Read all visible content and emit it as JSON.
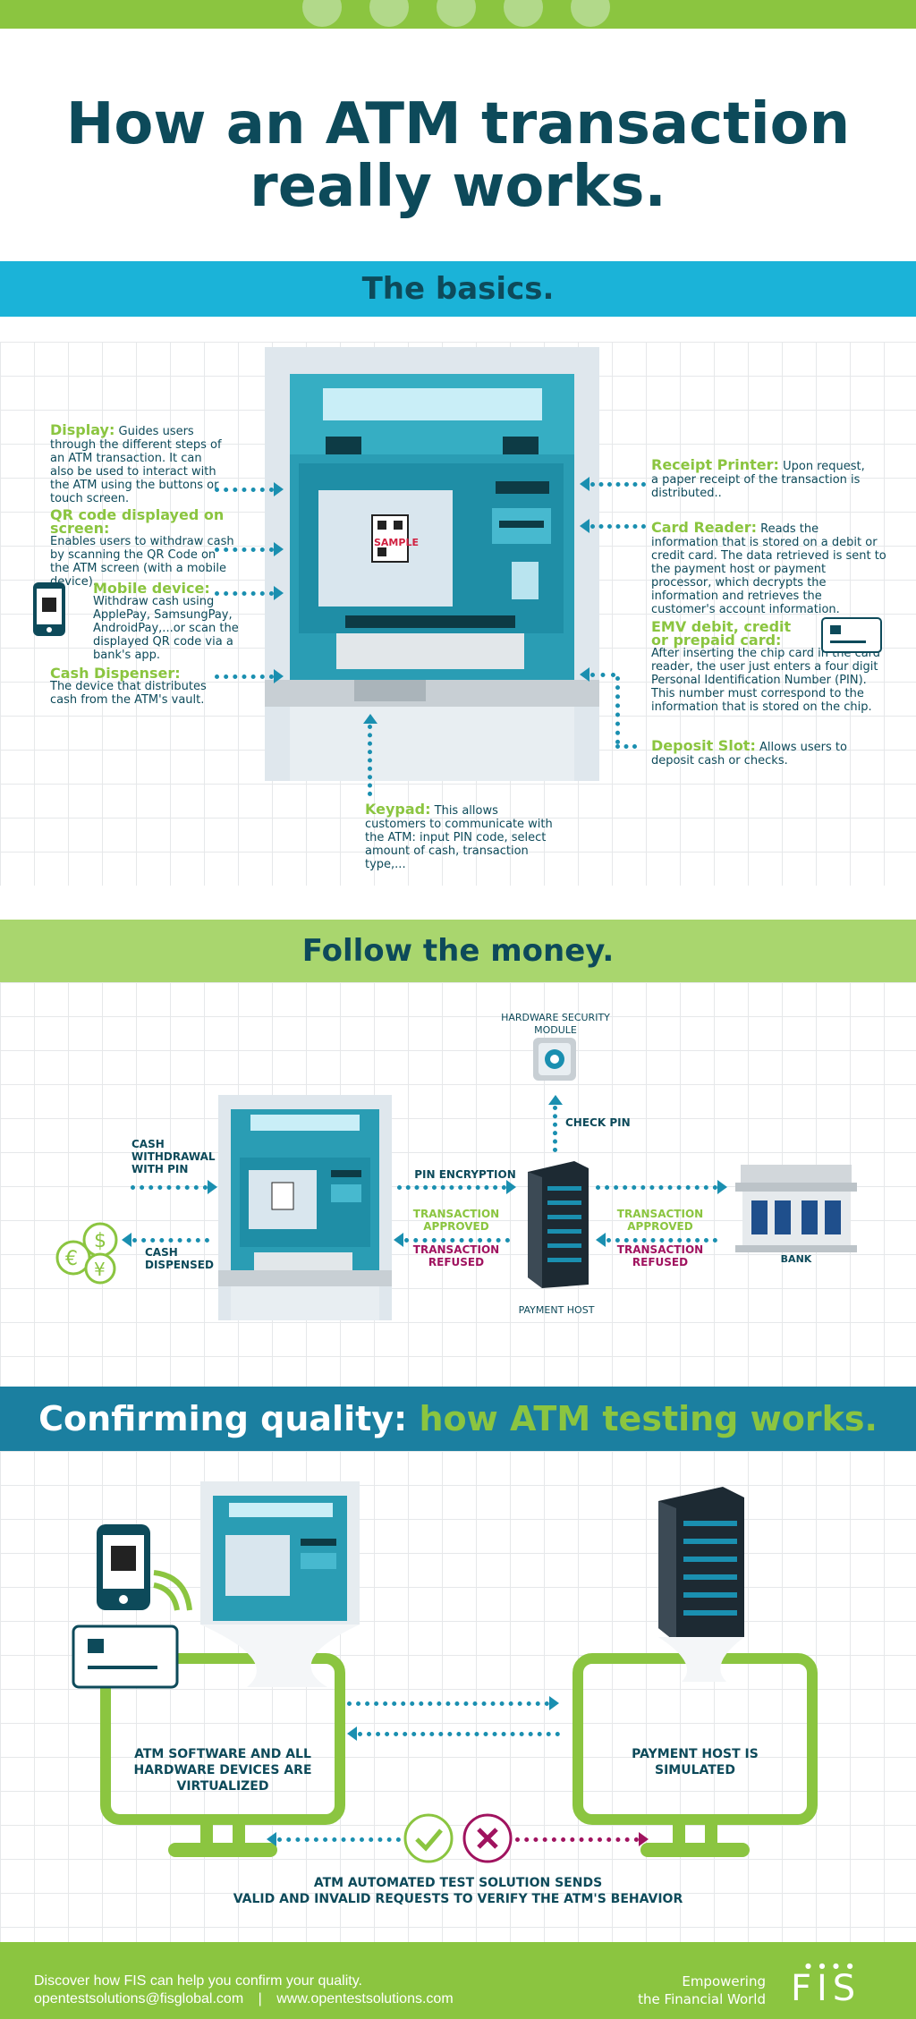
{
  "header": {
    "title_line1": "How an ATM transaction",
    "title_line2": "really works."
  },
  "sections": {
    "basics": "The basics.",
    "follow": "Follow the money.",
    "quality_a": "Confirming quality: ",
    "quality_b": "how ATM testing works."
  },
  "basics": {
    "display_head": "Display:",
    "display_text": "Guides users through the different steps of an ATM transaction. It can also be used to interact with the ATM using the buttons or touch screen.",
    "qr_head": "QR code displayed on screen:",
    "qr_text": "Enables users to withdraw cash by scanning the QR Code on the ATM screen (with a mobile device).",
    "mobile_head": "Mobile device:",
    "mobile_text": "Withdraw cash using ApplePay, SamsungPay, AndroidPay,...or scan the displayed QR code via a bank's app.",
    "cash_head": "Cash Dispenser:",
    "cash_text": "The device that distributes cash from the ATM's vault.",
    "receipt_head": "Receipt Printer:",
    "receipt_text": "Upon request, a paper receipt of the transaction is distributed..",
    "reader_head": "Card Reader:",
    "reader_text": "Reads the information that is stored on a debit or credit card. The data retrieved is sent to the payment host or payment processor, which decrypts the information and retrieves the customer's account information.",
    "emv_head": "EMV debit, credit or prepaid card:",
    "emv_text": "After inserting the chip card in the card reader, the user just enters a four digit Personal Identification Number (PIN). This number must correspond to the information that is stored on the chip.",
    "deposit_head": "Deposit Slot:",
    "deposit_text": "Allows users to deposit cash or checks.",
    "keypad_head": "Keypad:",
    "keypad_text": "This allows customers to communicate with the ATM: input PIN code, select amount of cash, transaction type,..."
  },
  "money": {
    "hsm": "HARDWARE SECURITY MODULE",
    "check_pin": "CHECK PIN",
    "cash_withdrawal": "CASH WITHDRAWAL WITH PIN",
    "cash_dispensed": "CASH DISPENSED",
    "pin_encryption": "PIN ENCRYPTION",
    "approved": "TRANSACTION APPROVED",
    "refused": "TRANSACTION REFUSED",
    "approved2": "TRANSACTION APPROVED",
    "refused2": "TRANSACTION REFUSED",
    "payment_host": "PAYMENT HOST",
    "bank": "BANK"
  },
  "testing": {
    "virtualized": "ATM SOFTWARE AND ALL HARDWARE DEVICES ARE VIRTUALIZED",
    "simulated": "PAYMENT HOST IS SIMULATED",
    "sends": "ATM AUTOMATED TEST SOLUTION SENDS",
    "sends2": "VALID AND INVALID REQUESTS TO VERIFY THE ATM'S BEHAVIOR"
  },
  "footer": {
    "line1": "Discover how FIS can help you confirm your quality.",
    "email": "opentestsolutions@fisglobal.com",
    "separator": "|",
    "url": "www.opentestsolutions.com",
    "tagline1": "Empowering",
    "tagline2": "the Financial World",
    "logo": "FIS"
  },
  "colors": {
    "green": "#8bc540",
    "cyan": "#1bb3d8",
    "teal": "#0d4a5a",
    "blue": "#1a8fb0",
    "magenta": "#a0135f"
  }
}
